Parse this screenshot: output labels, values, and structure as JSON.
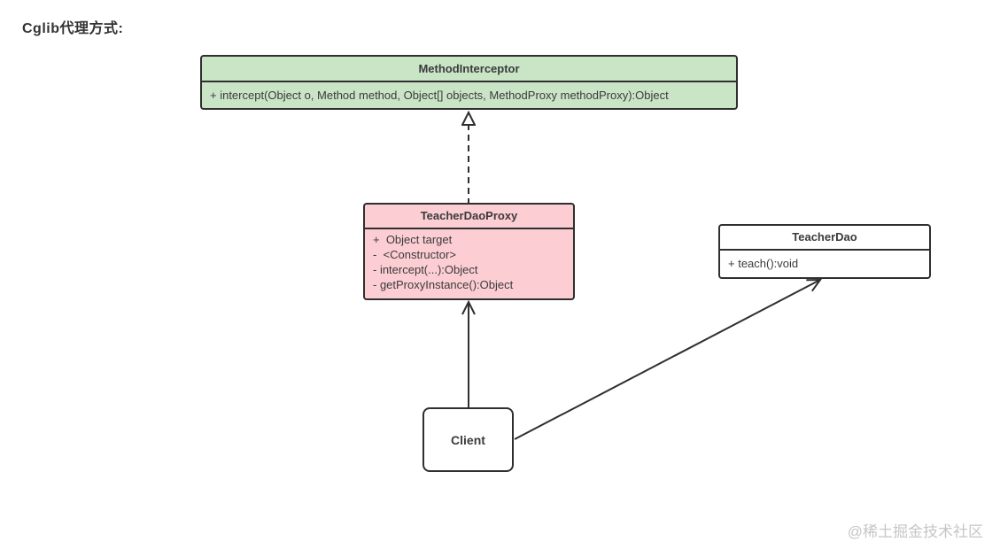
{
  "page": {
    "title": "Cglib代理方式:",
    "watermark": "@稀土掘金技术社区",
    "background": "#ffffff"
  },
  "diagram": {
    "type": "uml-class-diagram",
    "classes": [
      {
        "name": "MethodInterceptor",
        "fill": "#c9e5c6",
        "members": [
          "+ intercept(Object o, Method method, Object[] objects, MethodProxy methodProxy):Object"
        ]
      },
      {
        "name": "TeacherDaoProxy",
        "fill": "#fccdd3",
        "members": [
          "+  Object target",
          "-  <Constructor>",
          "- intercept(...):Object",
          "- getProxyInstance():Object"
        ]
      },
      {
        "name": "TeacherDao",
        "fill": "#ffffff",
        "members": [
          "+ teach():void"
        ]
      },
      {
        "name": "Client",
        "fill": "#ffffff",
        "members": []
      }
    ],
    "relations": [
      {
        "from": "TeacherDaoProxy",
        "to": "MethodInterceptor",
        "type": "realization",
        "line": "dashed",
        "arrowhead": "hollow-triangle"
      },
      {
        "from": "Client",
        "to": "TeacherDaoProxy",
        "type": "association",
        "line": "solid",
        "arrowhead": "open"
      },
      {
        "from": "Client",
        "to": "TeacherDao",
        "type": "association",
        "line": "solid",
        "arrowhead": "open"
      }
    ],
    "colors": {
      "border": "#2f2f2f",
      "green": "#c9e5c6",
      "pink": "#fccdd3",
      "text": "#3b3b3b",
      "watermark": "#c6c6c6"
    }
  }
}
